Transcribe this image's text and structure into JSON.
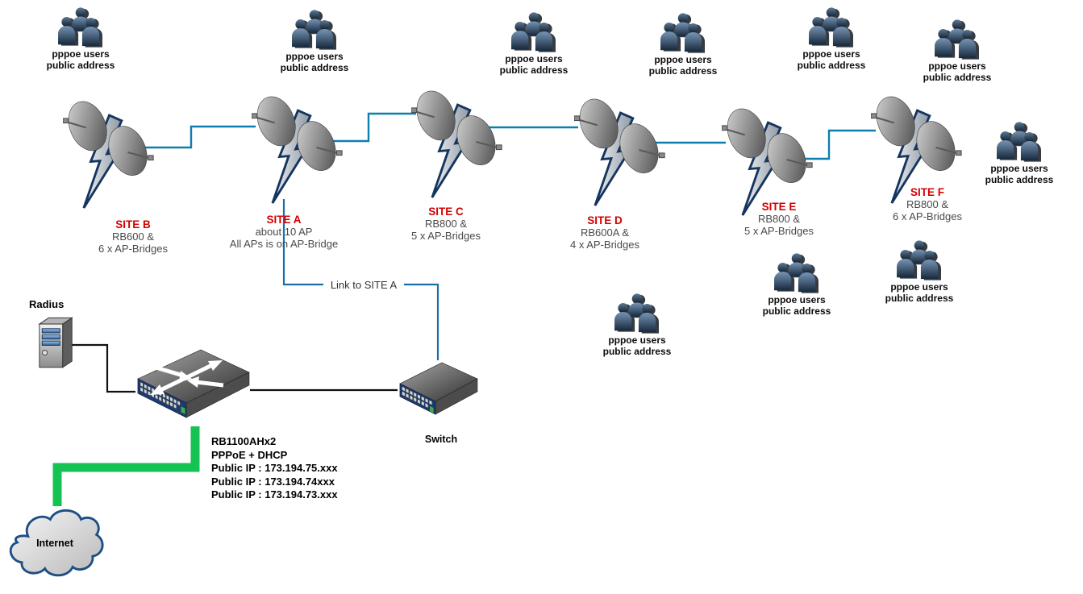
{
  "colors": {
    "site_label": "#d40000",
    "wireless_link": "#0d7fae",
    "site_a_link": "#1b6fa8",
    "lan_link": "#111111",
    "internet_link": "#15c353",
    "device_panel": "#1d3b6e"
  },
  "user_group_label": {
    "line1": "pppoe users",
    "line2": "public address"
  },
  "sites": [
    {
      "id": "B",
      "name": "SITE B",
      "line1": "RB600 &",
      "line2": "6 x AP-Bridges"
    },
    {
      "id": "A",
      "name": "SITE A",
      "line1": "about 10 AP",
      "line2": "All APs is on AP-Bridge"
    },
    {
      "id": "C",
      "name": "SITE C",
      "line1": "RB800 &",
      "line2": "5 x AP-Bridges"
    },
    {
      "id": "D",
      "name": "SITE D",
      "line1": "RB600A &",
      "line2": "4 x AP-Bridges"
    },
    {
      "id": "E",
      "name": "SITE E",
      "line1": "RB800 &",
      "line2": "5 x AP-Bridges"
    },
    {
      "id": "F",
      "name": "SITE F",
      "line1": "RB800 &",
      "line2": "6 x AP-Bridges"
    }
  ],
  "core": {
    "radius_label": "Radius",
    "switch_label": "Switch",
    "internet_label": "Internet",
    "link_to_site_a": "Link to SITE A",
    "router_caption": [
      "RB1100AHx2",
      "PPPoE + DHCP",
      "Public IP : 173.194.75.xxx",
      "Public IP : 173.194.74xxx",
      "Public IP : 173.194.73.xxx"
    ]
  }
}
